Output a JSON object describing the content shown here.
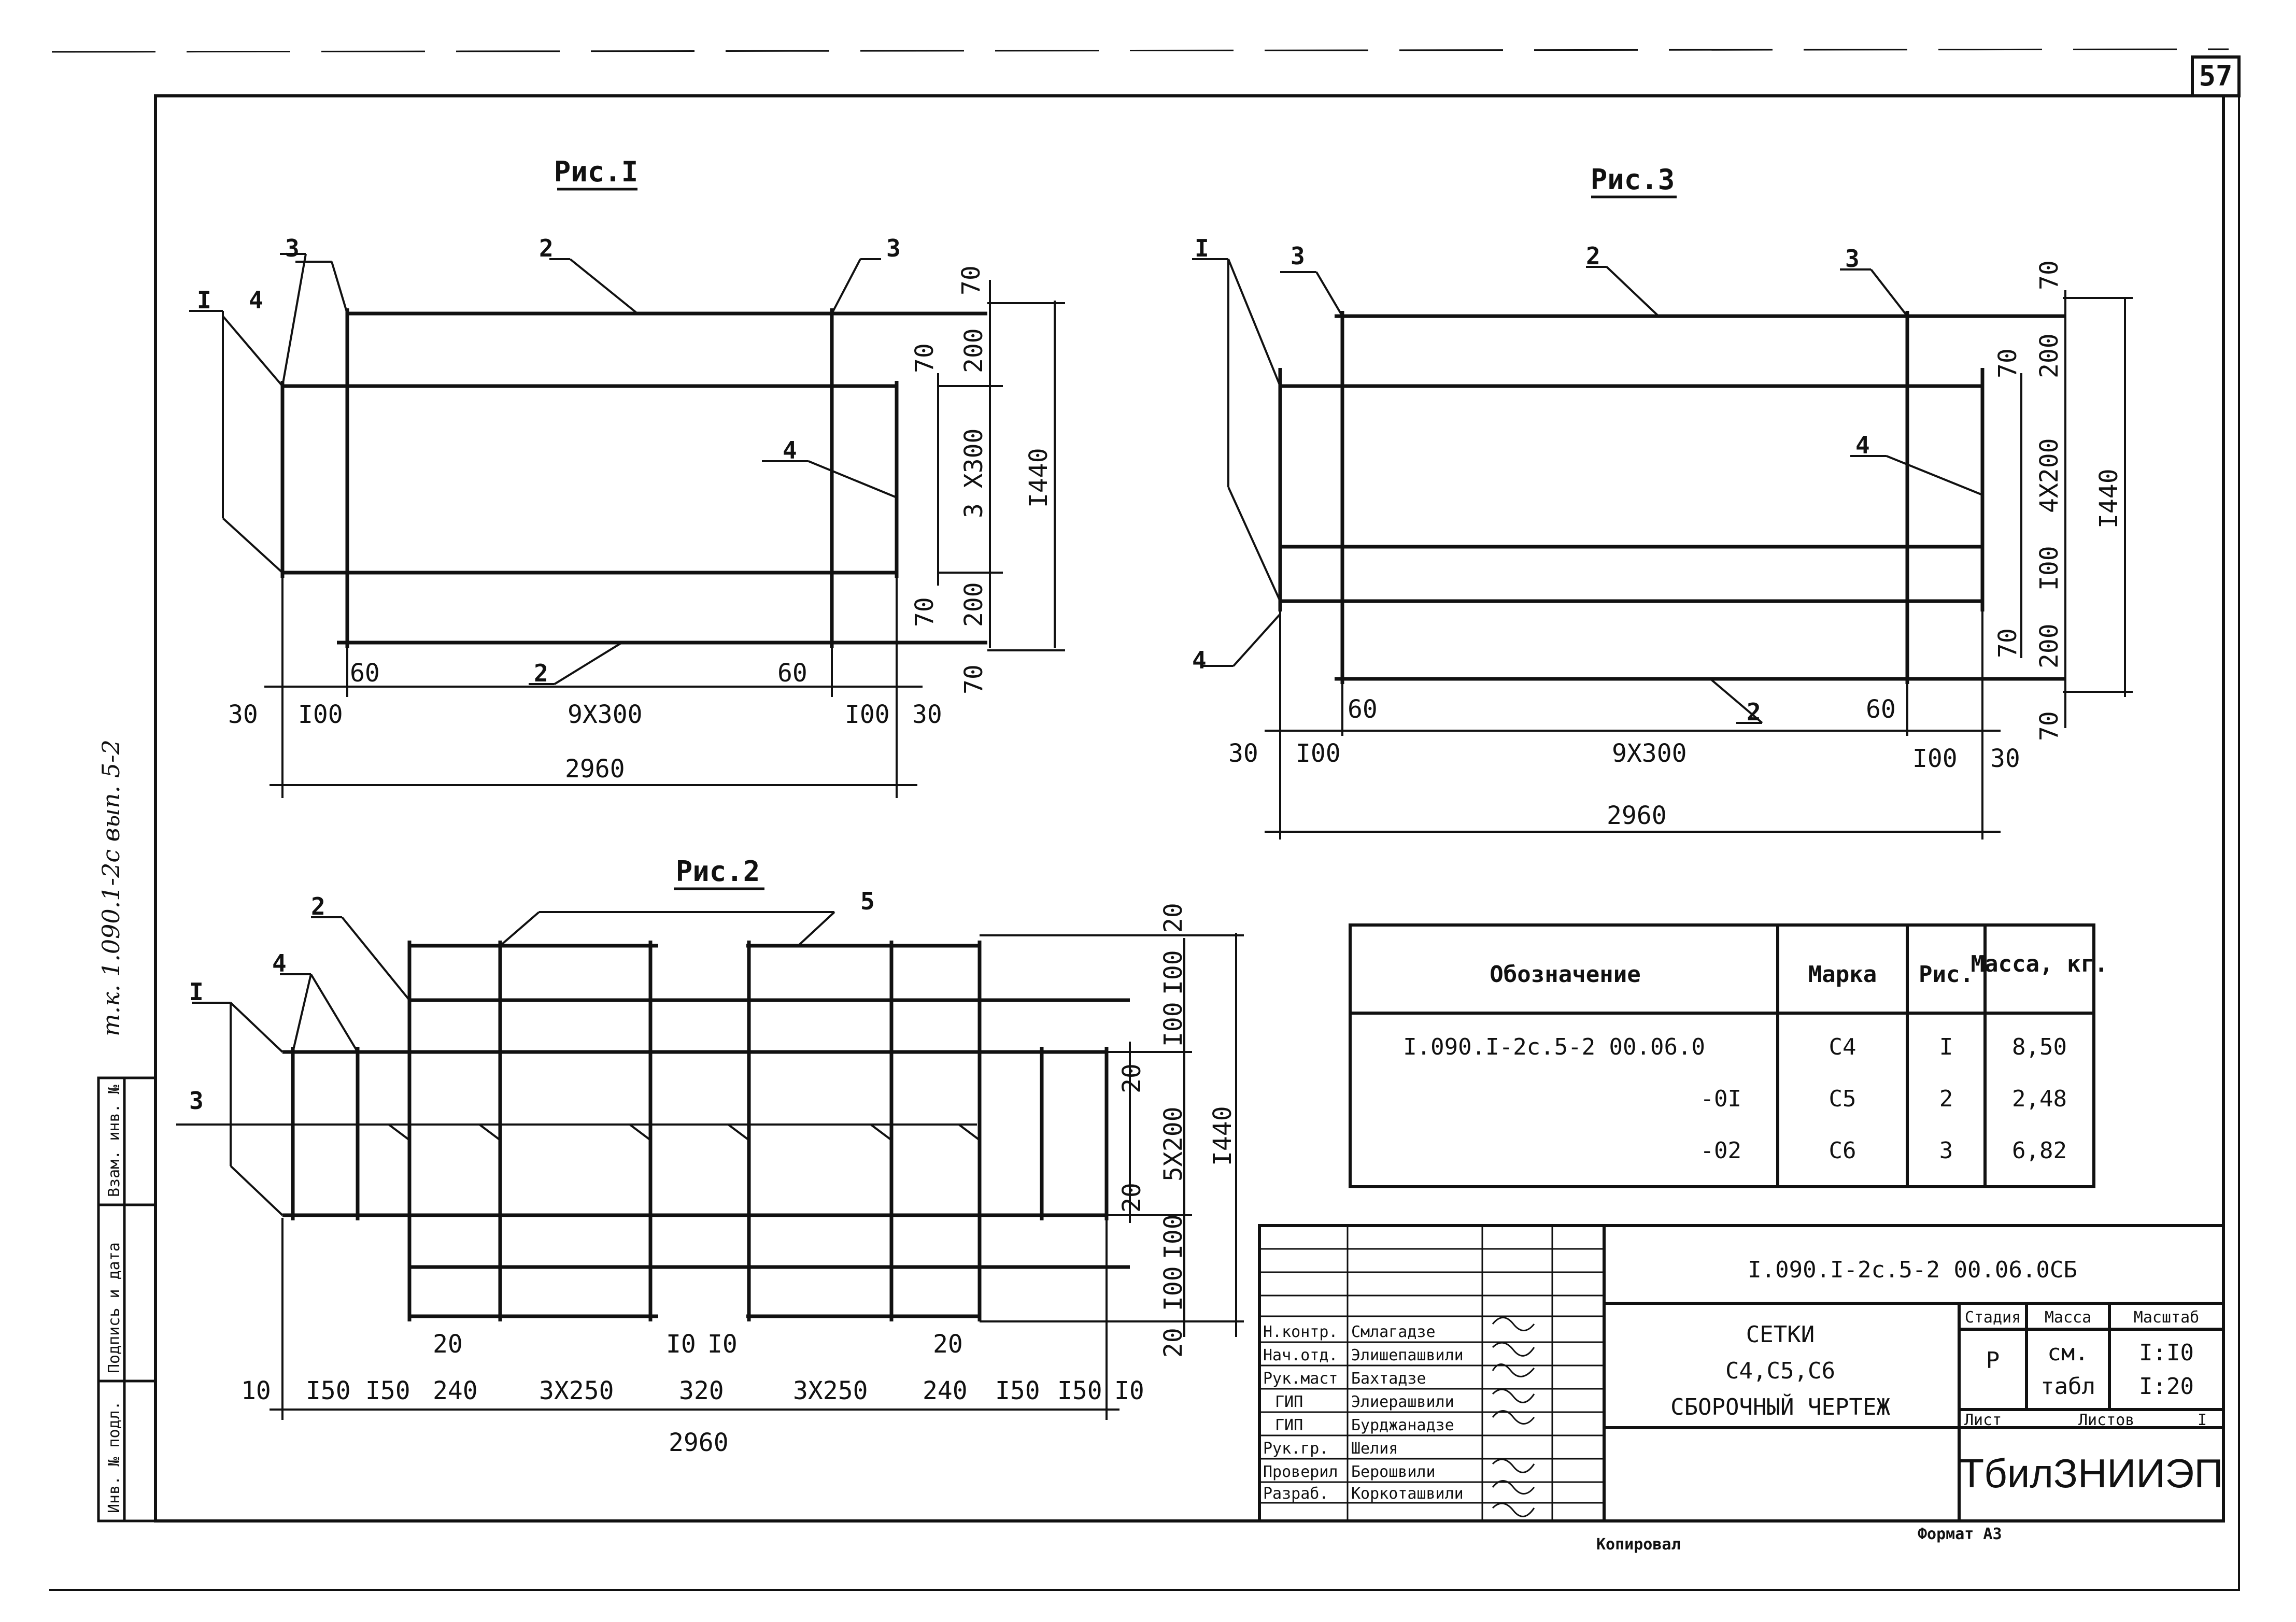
{
  "sheet": {
    "page_number": "57",
    "side_label": "т.к. 1.090.1-2с вып. 5-2",
    "left_stamp": [
      "Инв. № подл.",
      "Подпись и дата",
      "Взам. инв. №"
    ],
    "copied": "Копировал",
    "format": "Формат А3"
  },
  "fig1": {
    "caption": "Рис.I",
    "leaders": [
      "I",
      "4",
      "3",
      "2",
      "3",
      "4",
      "2"
    ],
    "dims_right": [
      "70",
      "70",
      "200",
      "3 X300",
      "70",
      "200",
      "70",
      "I440"
    ],
    "dims_bottom": [
      "60",
      "60",
      "30",
      "I00",
      "9X300",
      "I00",
      "30",
      "2960"
    ]
  },
  "fig2": {
    "caption": "Рис.2",
    "leaders": [
      "I",
      "4",
      "2",
      "5",
      "3"
    ],
    "dims_right": [
      "20",
      "I00",
      "I00",
      "20",
      "5X200",
      "20",
      "I00",
      "I00",
      "20",
      "I440"
    ],
    "dims_top_bottom": [
      "20",
      "I0",
      "I0",
      "20"
    ],
    "dims_bottom": [
      "10",
      "I50",
      "I50",
      "240",
      "3X250",
      "320",
      "3X250",
      "240",
      "I50",
      "I50",
      "I0",
      "2960"
    ]
  },
  "fig3": {
    "caption": "Рис.3",
    "leaders": [
      "I",
      "3",
      "2",
      "3",
      "4",
      "4",
      "2"
    ],
    "dims_right": [
      "70",
      "70",
      "200",
      "4X200",
      "I00",
      "70",
      "200",
      "70",
      "I440"
    ],
    "dims_bottom": [
      "60",
      "60",
      "30",
      "I00",
      "9X300",
      "I00",
      "30",
      "2960"
    ]
  },
  "spec_table": {
    "headers": [
      "Обозначение",
      "Марка",
      "Рис.",
      "Масса, кг."
    ],
    "rows": [
      [
        "I.090.I-2с.5-2  00.06.0",
        "С4",
        "I",
        "8,50"
      ],
      [
        "-0I",
        "С5",
        "2",
        "2,48"
      ],
      [
        "-02",
        "С6",
        "3",
        "6,82"
      ]
    ]
  },
  "title_block": {
    "doc_code": "I.090.I-2с.5-2  00.06.0СБ",
    "title_lines": [
      "СЕТКИ",
      "С4,С5,С6",
      "СБОРОЧНЫЙ ЧЕРТЕЖ"
    ],
    "stage_header": "Стадия",
    "mass_header": "Масса",
    "scale_header": "Масштаб",
    "stage_value": "Р",
    "mass_value": [
      "см.",
      "табл"
    ],
    "scale_values": [
      "I:I0",
      "I:20"
    ],
    "sheet_label": "Лист",
    "sheets_label": "Листов",
    "sheets_value": "I",
    "organization": "ТбилЗНИИЭП",
    "signatories": [
      {
        "role": "Н.контр.",
        "name": "Смлагадзе"
      },
      {
        "role": "Нач.отд.",
        "name": "Элишепашвили"
      },
      {
        "role": "Рук.маст",
        "name": "Бахтадзе"
      },
      {
        "role": "ГИП",
        "name": "Элиерашвили"
      },
      {
        "role": "ГИП",
        "name": "Бурджанадзе"
      },
      {
        "role": "Рук.гр.",
        "name": "Шелия"
      },
      {
        "role": "Проверил",
        "name": "Берошвили"
      },
      {
        "role": "Разраб.",
        "name": "Коркоташвили"
      }
    ]
  }
}
